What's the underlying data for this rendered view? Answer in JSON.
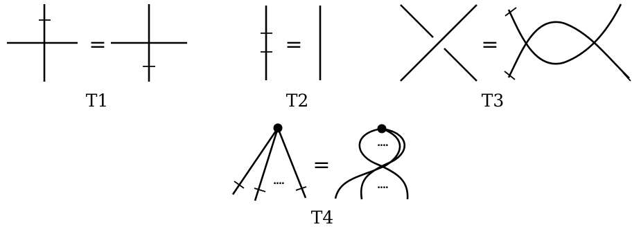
{
  "relations": [
    {
      "id": "T1",
      "label": "T1",
      "equals": "="
    },
    {
      "id": "T2",
      "label": "T2",
      "equals": "="
    },
    {
      "id": "T3",
      "label": "T3",
      "equals": "="
    },
    {
      "id": "T4",
      "label": "T4",
      "equals": "=",
      "left_dots": "....",
      "right_top_dots": "....",
      "right_bottom_dots": "...."
    }
  ]
}
